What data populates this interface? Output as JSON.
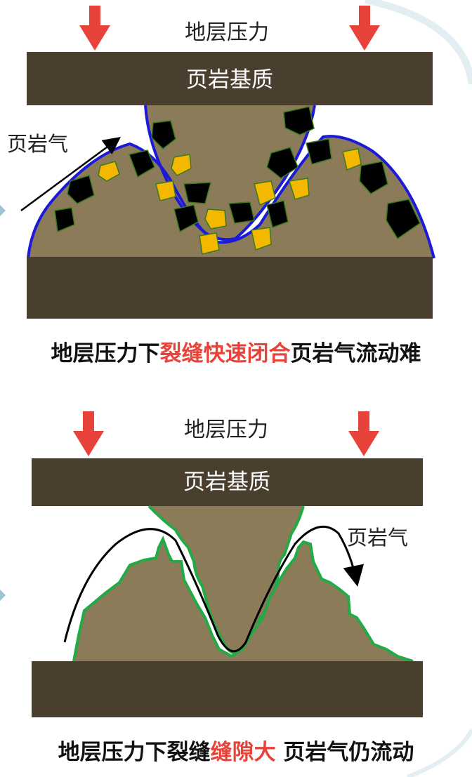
{
  "panel_top": {
    "pressure_label": "地层压力",
    "matrix_label": "页岩基质",
    "gas_label": "页岩气",
    "caption": {
      "part1": "地层压力下",
      "part2": "裂缝快速闭合",
      "part3": "页岩气流动难"
    }
  },
  "panel_bottom": {
    "pressure_label": "地层压力",
    "matrix_label": "页岩基质",
    "gas_label": "页岩气",
    "caption": {
      "part1": "地层压力下裂缝",
      "part2": "缝隙大",
      "part3": " 页岩气仍流动"
    }
  },
  "colors": {
    "plate": "#4a3f2f",
    "rock": "#8b7b59",
    "arrow": "#e8433a",
    "highlight": "#e8433a",
    "fracture_top": "#1a1ad8",
    "fracture_bottom": "#22aa44",
    "grain_dark": "#000000",
    "grain_yellow": "#f5b800",
    "grain_edge": "#3a7a1a"
  }
}
